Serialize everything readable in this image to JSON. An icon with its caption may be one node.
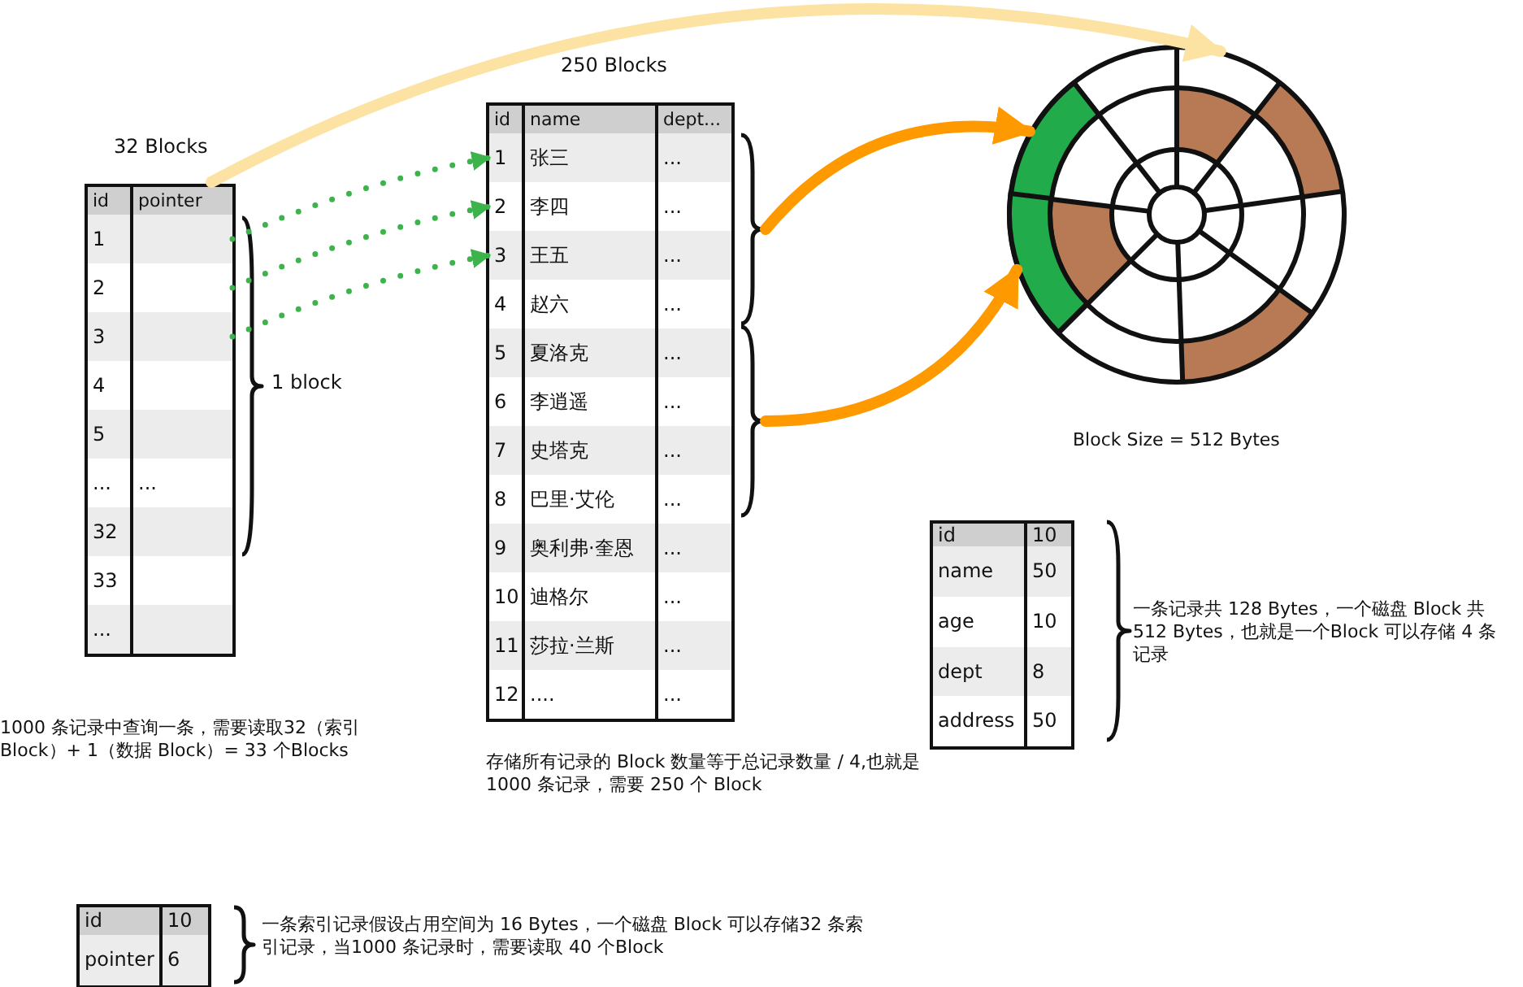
{
  "diagram": {
    "nodes": [
      {
        "text": [
          "32 Blocks"
        ]
      },
      {
        "text": [
          "id",
          "pointer"
        ],
        "in": 0
      },
      {
        "text": [
          "1"
        ],
        "in": 0
      },
      {
        "text": [
          "2"
        ],
        "in": 0
      },
      {
        "text": [
          "3"
        ],
        "in": 0
      },
      {
        "text": [
          "4"
        ],
        "in": 0
      },
      {
        "text": [
          "5"
        ],
        "in": 0
      },
      {
        "text": [
          "...",
          "..."
        ],
        "in": 0
      },
      {
        "text": [
          "32"
        ],
        "in": 0
      },
      {
        "text": [
          "33"
        ],
        "in": 0
      },
      {
        "text": [
          "..."
        ],
        "in": 0
      },
      {
        "text": [
          "250 Blocks"
        ]
      },
      {
        "text": [
          "id",
          "name",
          "dept..."
        ],
        "in": 11
      },
      {
        "text": [
          "1",
          "张三",
          "..."
        ],
        "in": 11
      },
      {
        "text": [
          "2",
          "李四",
          "..."
        ],
        "in": 11
      },
      {
        "text": [
          "3",
          "王五",
          "..."
        ],
        "in": 11
      },
      {
        "text": [
          "4",
          "赵六",
          "..."
        ],
        "in": 11
      },
      {
        "text": [
          "5",
          "夏洛克",
          "..."
        ],
        "in": 11
      },
      {
        "text": [
          "6",
          "李逍遥",
          "..."
        ],
        "in": 11
      },
      {
        "text": [
          "7",
          "史塔克",
          "..."
        ],
        "in": 11
      },
      {
        "text": [
          "8",
          "巴里·艾伦",
          "..."
        ],
        "in": 11
      },
      {
        "text": [
          "9",
          "奥利弗·奎恩",
          "..."
        ],
        "in": 11
      },
      {
        "text": [
          "10",
          "迪格尔",
          "..."
        ],
        "in": 11
      },
      {
        "text": [
          "11",
          "莎拉·兰斯",
          "..."
        ],
        "in": 11
      },
      {
        "text": [
          "12",
          "....",
          "..."
        ],
        "in": 11
      },
      {
        "text": [],
        "shape": "brace"
      },
      {
        "text": [],
        "shape": "brace"
      },
      {
        "text": [],
        "shape": "circle",
        "beside": [
          "Block Size = 512 Bytes"
        ]
      },
      {
        "text": [],
        "shape": "sector",
        "in": 27
      },
      {
        "text": [],
        "shape": "sector",
        "in": 27
      },
      {
        "text": [
          "id",
          "10"
        ]
      },
      {
        "text": [
          "name",
          "50"
        ]
      },
      {
        "text": [
          "age",
          "10"
        ]
      },
      {
        "text": [
          "dept",
          "8"
        ]
      },
      {
        "text": [
          "address",
          "50"
        ]
      },
      {
        "text": [
          "id",
          "10"
        ]
      },
      {
        "text": [
          "pointer",
          "6"
        ]
      }
    ],
    "edges": [
      {
        "from": 2,
        "to": 13,
        "arrow": "to",
        "style": "dashed",
        "color": "#3cb44b"
      },
      {
        "from": 3,
        "to": 14,
        "arrow": "to",
        "style": "dashed",
        "color": "#3cb44b"
      },
      {
        "from": 4,
        "to": 15,
        "arrow": "to",
        "style": "dashed",
        "color": "#3cb44b"
      },
      {
        "from": 0,
        "to": 27,
        "arrow": "to",
        "style": "thick",
        "color": "#fde3a3"
      },
      {
        "from": 25,
        "to": 28,
        "arrow": "to",
        "style": "thick",
        "color": "#ff9900"
      },
      {
        "from": 26,
        "to": 29,
        "arrow": "to",
        "style": "thick",
        "color": "#ff9900"
      }
    ],
    "labels": [
      "1 block",
      "一条记录共 128 Bytes，一个磁盘 Block 共512 Bytes，也就是一个Block 可以存储 4 条记录",
      "1000 条记录中查询一条，需要读取32（索引 Block）+ 1（数据 Block）= 33 个Blocks",
      "存储所有记录的 Block 数量等于总记录数量 / 4,也就是 1000 条记录，需要 250 个 Block",
      "一条索引记录假设占用空间为 16 Bytes，一个磁盘 Block 可以存储32 条索引记录，当1000 条记录时，需要读取 40 个Block"
    ]
  }
}
